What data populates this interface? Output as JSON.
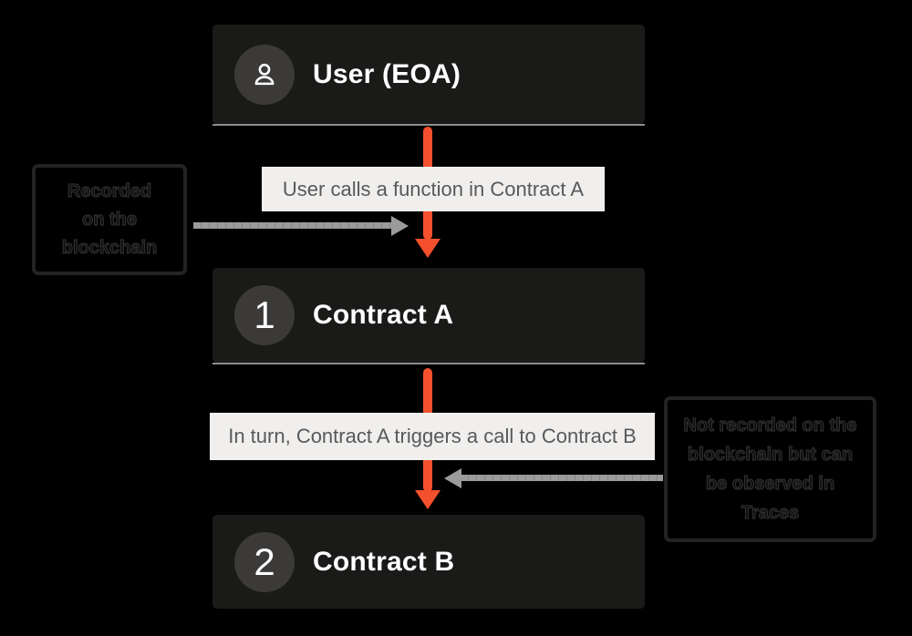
{
  "diagram": {
    "nodes": {
      "user": {
        "label": "User (EOA)",
        "icon": "user-icon"
      },
      "contract_a": {
        "number": "1",
        "label": "Contract A"
      },
      "contract_b": {
        "number": "2",
        "label": "Contract B"
      }
    },
    "edges": {
      "edge1_label": "User calls a function in Contract A",
      "edge2_label": "In turn, Contract A triggers a call to Contract B"
    },
    "notes": {
      "left": {
        "lines": [
          "Recorded",
          "on the",
          "blockchain"
        ]
      },
      "right": {
        "lines": [
          "Not recorded on the",
          "blockchain but can",
          "be observed in",
          "Traces"
        ]
      }
    }
  },
  "colors": {
    "background": "#000000",
    "node_fill": "#1a1a19",
    "node_badge": "#3b3a39",
    "node_text": "#ffffff",
    "flow_arrow": "#f4502d",
    "annotation_arrow": "#9b9b9b",
    "edge_label_fill": "#f0efee",
    "edge_label_text": "#595959",
    "node_underline": "#8d8d8d",
    "note_border": "#232323",
    "note_text": "#0d0d0d"
  }
}
